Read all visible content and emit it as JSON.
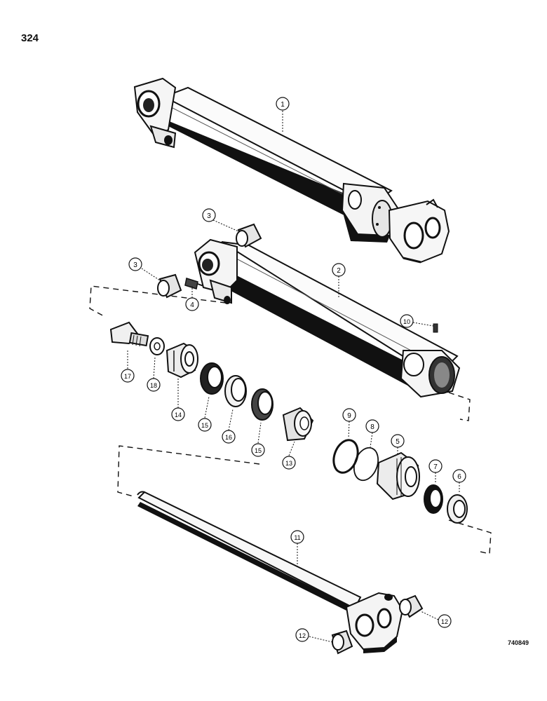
{
  "page_number": "324",
  "figure_code": "740849",
  "callouts": [
    {
      "id": "c1",
      "label": "1"
    },
    {
      "id": "c2",
      "label": "2"
    },
    {
      "id": "c3a",
      "label": "3"
    },
    {
      "id": "c3b",
      "label": "3"
    },
    {
      "id": "c4",
      "label": "4"
    },
    {
      "id": "c5",
      "label": "5"
    },
    {
      "id": "c6",
      "label": "6"
    },
    {
      "id": "c7",
      "label": "7"
    },
    {
      "id": "c8",
      "label": "8"
    },
    {
      "id": "c9",
      "label": "9"
    },
    {
      "id": "c10",
      "label": "10"
    },
    {
      "id": "c11",
      "label": "11"
    },
    {
      "id": "c12a",
      "label": "12"
    },
    {
      "id": "c12b",
      "label": "12"
    },
    {
      "id": "c13",
      "label": "13"
    },
    {
      "id": "c14",
      "label": "14"
    },
    {
      "id": "c15a",
      "label": "15"
    },
    {
      "id": "c15b",
      "label": "15"
    },
    {
      "id": "c16",
      "label": "16"
    },
    {
      "id": "c17",
      "label": "17"
    },
    {
      "id": "c18",
      "label": "18"
    }
  ]
}
